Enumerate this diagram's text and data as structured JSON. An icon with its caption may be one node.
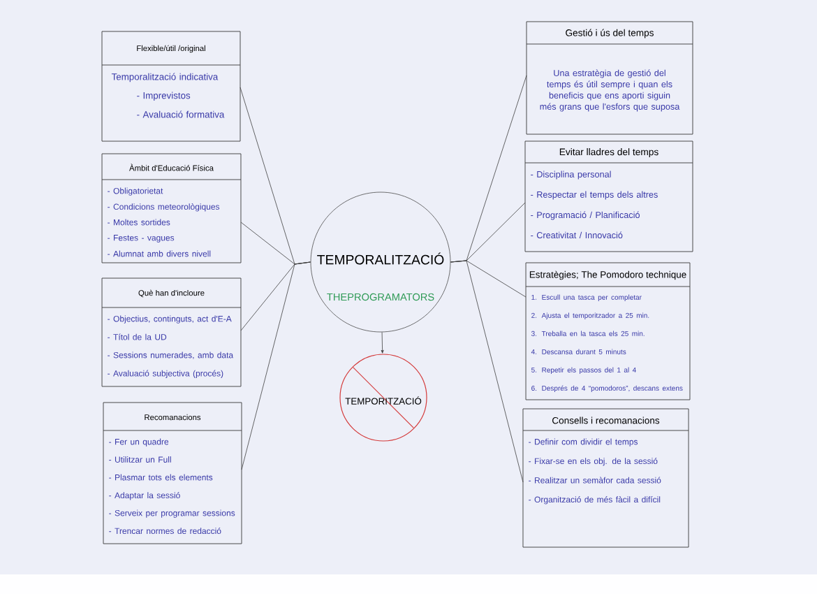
{
  "diagram": {
    "nodes": [
      {
        "text": [
          "TEMPORALITZACIÓ",
          "THEPROGRAMATORS"
        ]
      },
      {
        "text": [
          "TEMPORITZACIÓ"
        ]
      },
      {
        "text": [
          "Flexible/útil /original",
          "Temporalització indicativa",
          "- Imprevistos",
          "- Avaluació formativa"
        ]
      },
      {
        "text": [
          "Àmbit d'Educació Física",
          "- Obligatorietat",
          "- Condicions meteorològiques",
          "- Moltes sortides",
          "- Festes - vagues",
          "- Alumnat amb divers nivell"
        ]
      },
      {
        "text": [
          "Què han d'incloure",
          "- Objectius, continguts, act d'E-A",
          "- Títol de la UD",
          "- Sessions numerades, amb data",
          "- Avaluació subjectiva (procés)"
        ]
      },
      {
        "text": [
          "Recomanacions",
          "- Fer un quadre",
          "- Utilitzar un Full",
          "- Plasmar tots els elements",
          "- Adaptar la sessió",
          "- Serveix per programar sessions",
          "- Trencar normes de redacció"
        ]
      },
      {
        "text": [
          "Gestió i ús del temps",
          "Una estratègia de gestió del temps és útil sempre i quan els beneficis que ens aporti siguin més grans que l'esfors que suposa"
        ]
      },
      {
        "text": [
          "Evitar lladres del temps",
          "- Disciplina personal",
          "- Respectar el temps dels altres",
          "- Programació / Planificació",
          "- Creativitat / Innovació"
        ]
      },
      {
        "text": [
          "Estratègies; The Pomodoro technique",
          "1. Escull una tasca per completar",
          "2. Ajusta el temporitzador a 25 min.",
          "3. Treballa en la tasca els 25 min.",
          "4. Descansa durant 5 minuts",
          "5. Repetir els passos del 1 al 4",
          "6. Després de 4 “pomodoros”, descans extens"
        ]
      },
      {
        "text": [
          "Consells i recomanacions",
          "- Definir com dividir el temps",
          "- Fixar-se en els obj. de la sessió",
          "- Realitzar un semàfor cada sessió",
          "- Organització de més fàcil a difícil"
        ]
      }
    ],
    "edges": [
      {
        "from": 0,
        "to": 1,
        "arrow": "to"
      },
      {
        "from": 0,
        "to": 2,
        "arrow": "none"
      },
      {
        "from": 0,
        "to": 3,
        "arrow": "none"
      },
      {
        "from": 0,
        "to": 4,
        "arrow": "none"
      },
      {
        "from": 0,
        "to": 5,
        "arrow": "none"
      },
      {
        "from": 0,
        "to": 6,
        "arrow": "none"
      },
      {
        "from": 0,
        "to": 7,
        "arrow": "none"
      },
      {
        "from": 0,
        "to": 8,
        "arrow": "none"
      },
      {
        "from": 0,
        "to": 9,
        "arrow": "none"
      }
    ]
  }
}
